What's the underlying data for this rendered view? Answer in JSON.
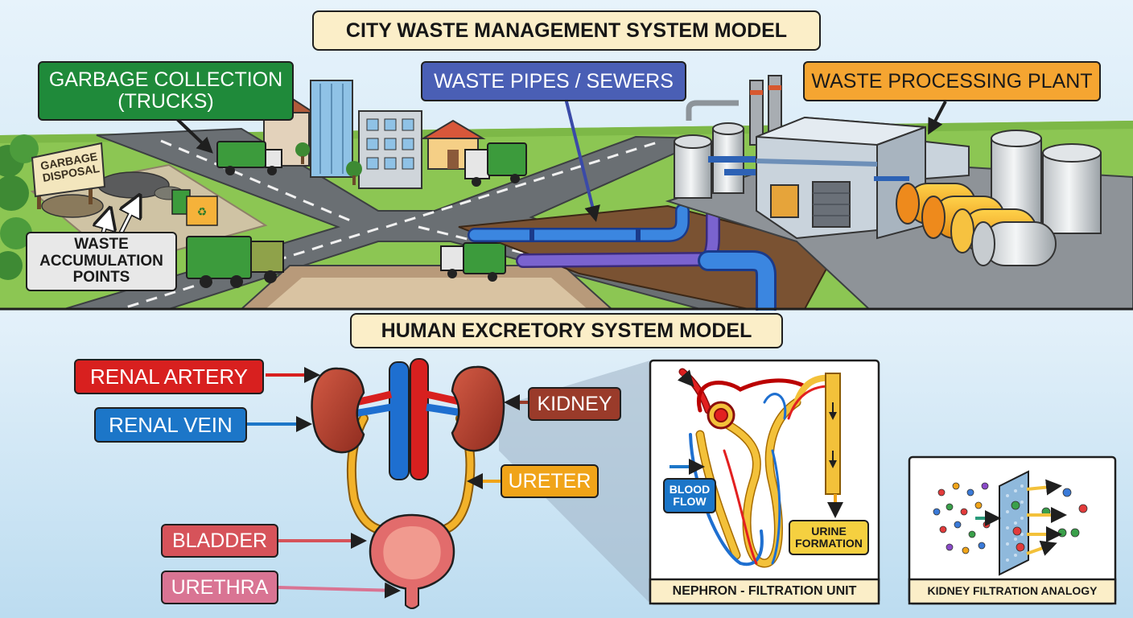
{
  "city": {
    "title": "CITY WASTE MANAGEMENT SYSTEM MODEL",
    "garbage_collection_line1": "GARBAGE COLLECTION",
    "garbage_collection_line2": "(TRUCKS)",
    "sewers": "WASTE PIPES / SEWERS",
    "plant": "WASTE PROCESSING PLANT",
    "sign_line1": "GARBAGE",
    "sign_line2": "DISPOSAL",
    "points_line1": "WASTE",
    "points_line2": "ACCUMULATION",
    "points_line3": "POINTS"
  },
  "human": {
    "title": "HUMAN EXCRETORY SYSTEM MODEL",
    "renal_artery": "RENAL ARTERY",
    "renal_vein": "RENAL VEIN",
    "kidney": "KIDNEY",
    "ureter": "URETER",
    "bladder": "BLADDER",
    "urethra": "URETHRA"
  },
  "nephron": {
    "caption": "NEPHRON - FILTRATION UNIT",
    "blood_flow_line1": "BLOOD",
    "blood_flow_line2": "FLOW",
    "urine_line1": "URINE",
    "urine_line2": "FORMATION"
  },
  "analogy": {
    "caption": "KIDNEY FILTRATION ANALOGY"
  },
  "colors": {
    "renal_artery": "#d8201f",
    "renal_vein": "#1c76c8",
    "kidney": "#9a3b2a",
    "ureter": "#f0a419",
    "bladder": "#d6535a",
    "urethra": "#d97493",
    "garbage_collection": "#1f8a3a",
    "sewers": "#4a5fb5",
    "plant": "#f5a531",
    "title_bg": "#fbeec8"
  }
}
